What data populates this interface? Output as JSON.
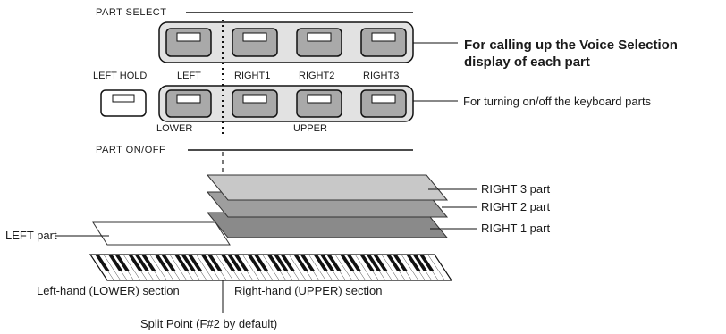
{
  "panel": {
    "part_select_label": "PART SELECT",
    "part_onoff_label": "PART ON/OFF",
    "left_hold_label": "LEFT HOLD",
    "button_labels": [
      "LEFT",
      "RIGHT1",
      "RIGHT2",
      "RIGHT3"
    ],
    "lower_label": "LOWER",
    "upper_label": "UPPER"
  },
  "annotations": {
    "voice_selection_line1": "For calling up the Voice Selection",
    "voice_selection_line2": "display of each part",
    "onoff": "For turning on/off the keyboard parts",
    "right3": "RIGHT 3 part",
    "right2": "RIGHT 2 part",
    "right1": "RIGHT 1 part",
    "left": "LEFT part",
    "left_section": "Left-hand (LOWER) section",
    "right_section": "Right-hand (UPPER) section",
    "split_point": "Split Point (F#2 by default)"
  },
  "colors": {
    "layer_right3": "#c8c8c8",
    "layer_right2": "#9e9e9e",
    "layer_right1": "#8a8a8a",
    "button_fill": "#a9a9a9",
    "group_fill": "#e2e2e2"
  }
}
